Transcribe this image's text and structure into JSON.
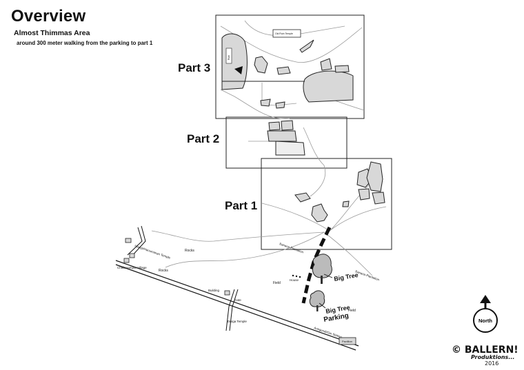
{
  "header": {
    "title": "Overview",
    "subtitle": "Almost Thimmas Area",
    "description": "around 300 meter walking from the parking to part 1"
  },
  "parts": [
    {
      "label": "Part 3"
    },
    {
      "label": "Part 2"
    },
    {
      "label": "Part 1"
    }
  ],
  "labels": {
    "rocks_1": "Rocks",
    "rocks_2": "Rocks",
    "banana_plantation_1": "Banana Plantation",
    "banana_plantation_2": "Banana Plantation",
    "big_tree_1": "Big Tree",
    "big_tree_2": "Big Tree",
    "parking": "Parking",
    "field_1": "Field",
    "field_2": "Field",
    "house": "House",
    "building": "Building",
    "gate": "Gate",
    "durga_temple": "Durga Temple",
    "hampi_road": "Hampi/Hanumanan Temple",
    "anegundi_road": "Anegundi/Gin Station",
    "village": "Chikkarampur Village",
    "small_temple": "Old Ruin Temple",
    "pavillon": "Pavillion",
    "ruin_vertical": "Ruin"
  },
  "compass": {
    "label": "North"
  },
  "credit": {
    "brand": "© BALLERN!",
    "sub": "Produktions...",
    "year": "2016"
  },
  "colors": {
    "rock_fill": "#d8d8d8",
    "line": "#999999",
    "frame": "#222222",
    "road": "#111111"
  }
}
